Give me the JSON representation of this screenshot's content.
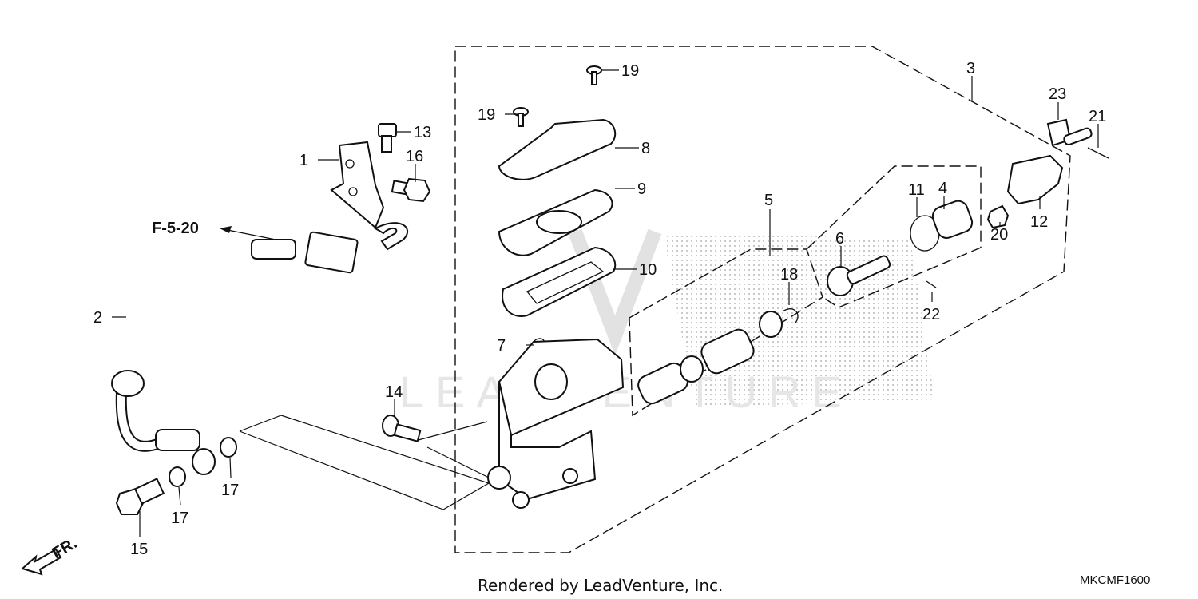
{
  "diagram": {
    "callouts": [
      {
        "id": "c1",
        "label": "1"
      },
      {
        "id": "c2",
        "label": "2"
      },
      {
        "id": "c3",
        "label": "3"
      },
      {
        "id": "c4",
        "label": "4"
      },
      {
        "id": "c5",
        "label": "5"
      },
      {
        "id": "c6",
        "label": "6"
      },
      {
        "id": "c7",
        "label": "7"
      },
      {
        "id": "c8",
        "label": "8"
      },
      {
        "id": "c9",
        "label": "9"
      },
      {
        "id": "c10",
        "label": "10"
      },
      {
        "id": "c11",
        "label": "11"
      },
      {
        "id": "c12",
        "label": "12"
      },
      {
        "id": "c13",
        "label": "13"
      },
      {
        "id": "c14",
        "label": "14"
      },
      {
        "id": "c15",
        "label": "15"
      },
      {
        "id": "c16",
        "label": "16"
      },
      {
        "id": "c17a",
        "label": "17"
      },
      {
        "id": "c17b",
        "label": "17"
      },
      {
        "id": "c18",
        "label": "18"
      },
      {
        "id": "c19a",
        "label": "19"
      },
      {
        "id": "c19b",
        "label": "19"
      },
      {
        "id": "c20",
        "label": "20"
      },
      {
        "id": "c21",
        "label": "21"
      },
      {
        "id": "c22",
        "label": "22"
      },
      {
        "id": "c23",
        "label": "23"
      }
    ],
    "reference": "F-5-20",
    "front_marker": "FR.",
    "credit": "Rendered by LeadVenture, Inc.",
    "diagram_code": "MKCMF1600",
    "watermark": "LEADVENTURE"
  }
}
